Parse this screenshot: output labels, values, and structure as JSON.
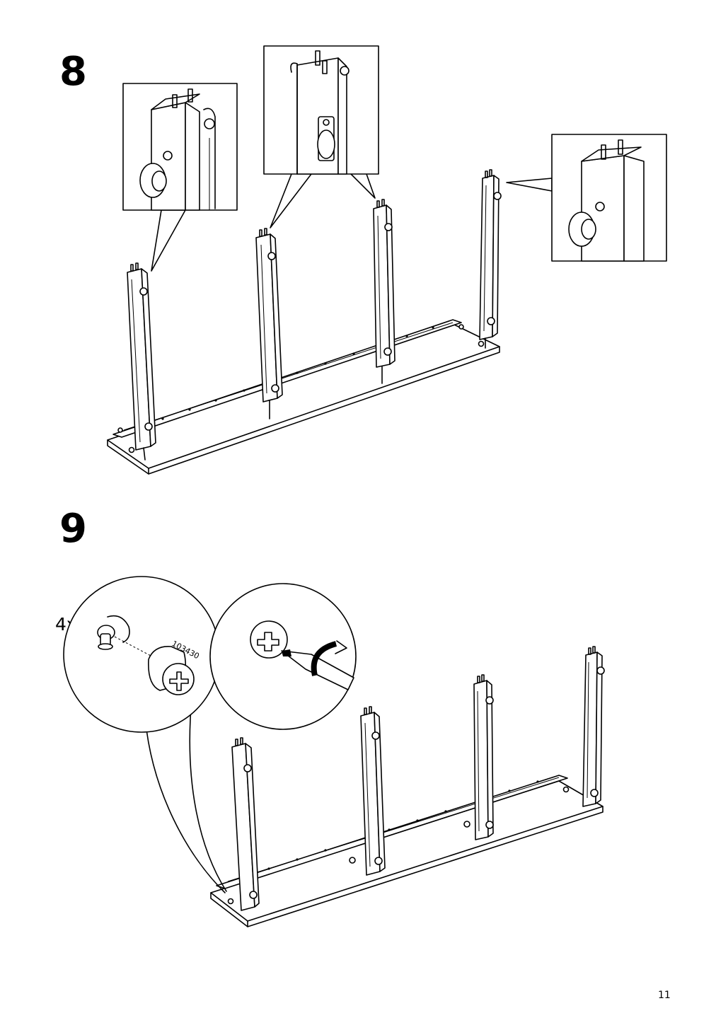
{
  "steps": {
    "step8": {
      "number": "8"
    },
    "step9": {
      "number": "9",
      "quantity": "4x",
      "part_number": "103430"
    }
  },
  "page_number": "11"
}
